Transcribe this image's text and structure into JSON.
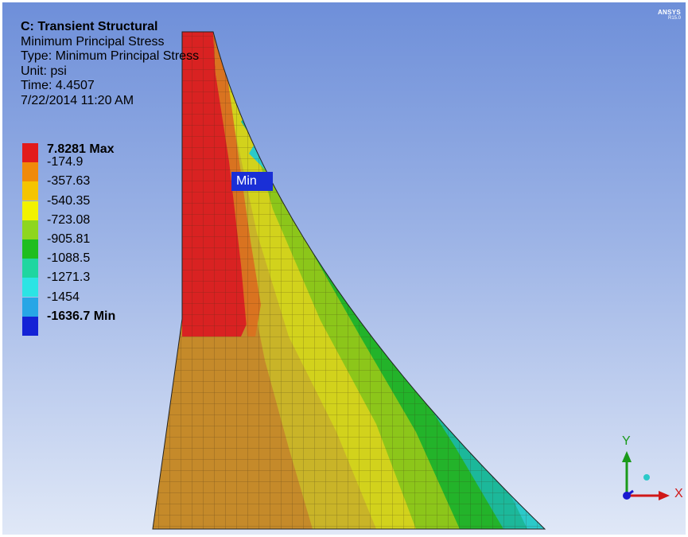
{
  "info": {
    "title": "C: Transient Structural",
    "result_name": "Minimum Principal Stress",
    "type_line": "Type: Minimum Principal Stress",
    "unit_line": "Unit: psi",
    "time_line": "Time: 4.4507",
    "date_line": "7/22/2014 11:20 AM"
  },
  "legend": [
    {
      "label": "7.8281 Max",
      "color": "#e21b1b",
      "bold": true
    },
    {
      "label": "-174.9",
      "color": "#f08a0a",
      "bold": false
    },
    {
      "label": "-357.63",
      "color": "#f5c400",
      "bold": false
    },
    {
      "label": "-540.35",
      "color": "#f2f200",
      "bold": false
    },
    {
      "label": "-723.08",
      "color": "#8ed61e",
      "bold": false
    },
    {
      "label": "-905.81",
      "color": "#1fbe1f",
      "bold": false
    },
    {
      "label": "-1088.5",
      "color": "#1fd6a0",
      "bold": false
    },
    {
      "label": "-1271.3",
      "color": "#2ce4e4",
      "bold": false
    },
    {
      "label": "-1454",
      "color": "#27a6e6",
      "bold": false
    },
    {
      "label": "-1636.7 Min",
      "color": "#1422d6",
      "bold": true
    }
  ],
  "probe_min_label": "Min",
  "branding": {
    "name": "ANSYS",
    "version": "R15.0"
  },
  "triad": {
    "x_label": "X",
    "y_label": "Y"
  }
}
